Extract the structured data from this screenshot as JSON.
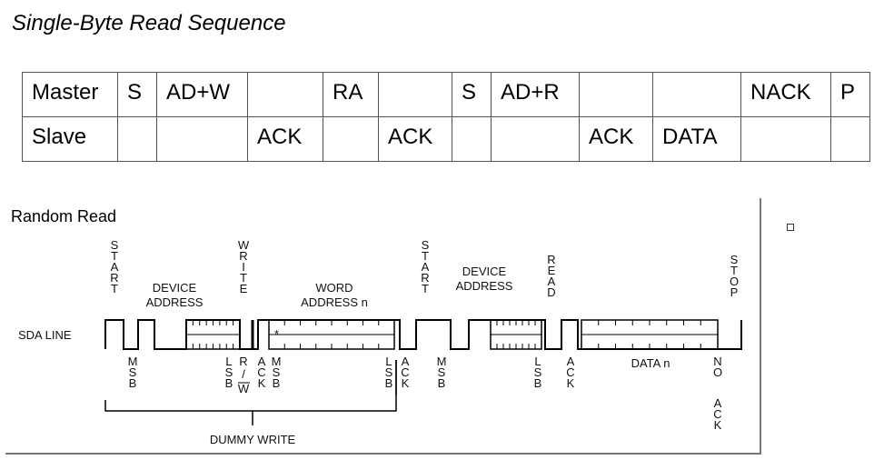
{
  "title": "Single-Byte Read Sequence",
  "table": {
    "rows": [
      [
        "Master",
        "S",
        "AD+W",
        "",
        "RA",
        "",
        "S",
        "AD+R",
        "",
        "",
        "NACK",
        "P"
      ],
      [
        "Slave",
        "",
        "",
        "ACK",
        "",
        "ACK",
        "",
        "",
        "ACK",
        "DATA",
        "",
        ""
      ]
    ]
  },
  "random_read": {
    "title": "Random Read",
    "sda_label": "SDA LINE",
    "top_labels": {
      "start1": "START",
      "device1_line1": "DEVICE",
      "device1_line2": "ADDRESS",
      "write": "WRITE",
      "word_line1": "WORD",
      "word_line2": "ADDRESS n",
      "start2": "START",
      "device2_line1": "DEVICE",
      "device2_line2": "ADDRESS",
      "read": "READ",
      "stop": "STOP"
    },
    "bottom_labels": {
      "msb1": "MSB",
      "lsb1": "LSB",
      "rw_r": "R",
      "rw_slash": "/",
      "rw_w": "W",
      "ack1": "ACK",
      "msb2": "MSB",
      "lsb2": "LSB",
      "ack2": "ACK",
      "msb3": "MSB",
      "lsb3": "LSB",
      "ack3": "ACK",
      "data_n": "DATA n",
      "no": "NO",
      "no_ack": "ACK",
      "dummy_write": "DUMMY WRITE"
    },
    "word_marker": "*"
  }
}
